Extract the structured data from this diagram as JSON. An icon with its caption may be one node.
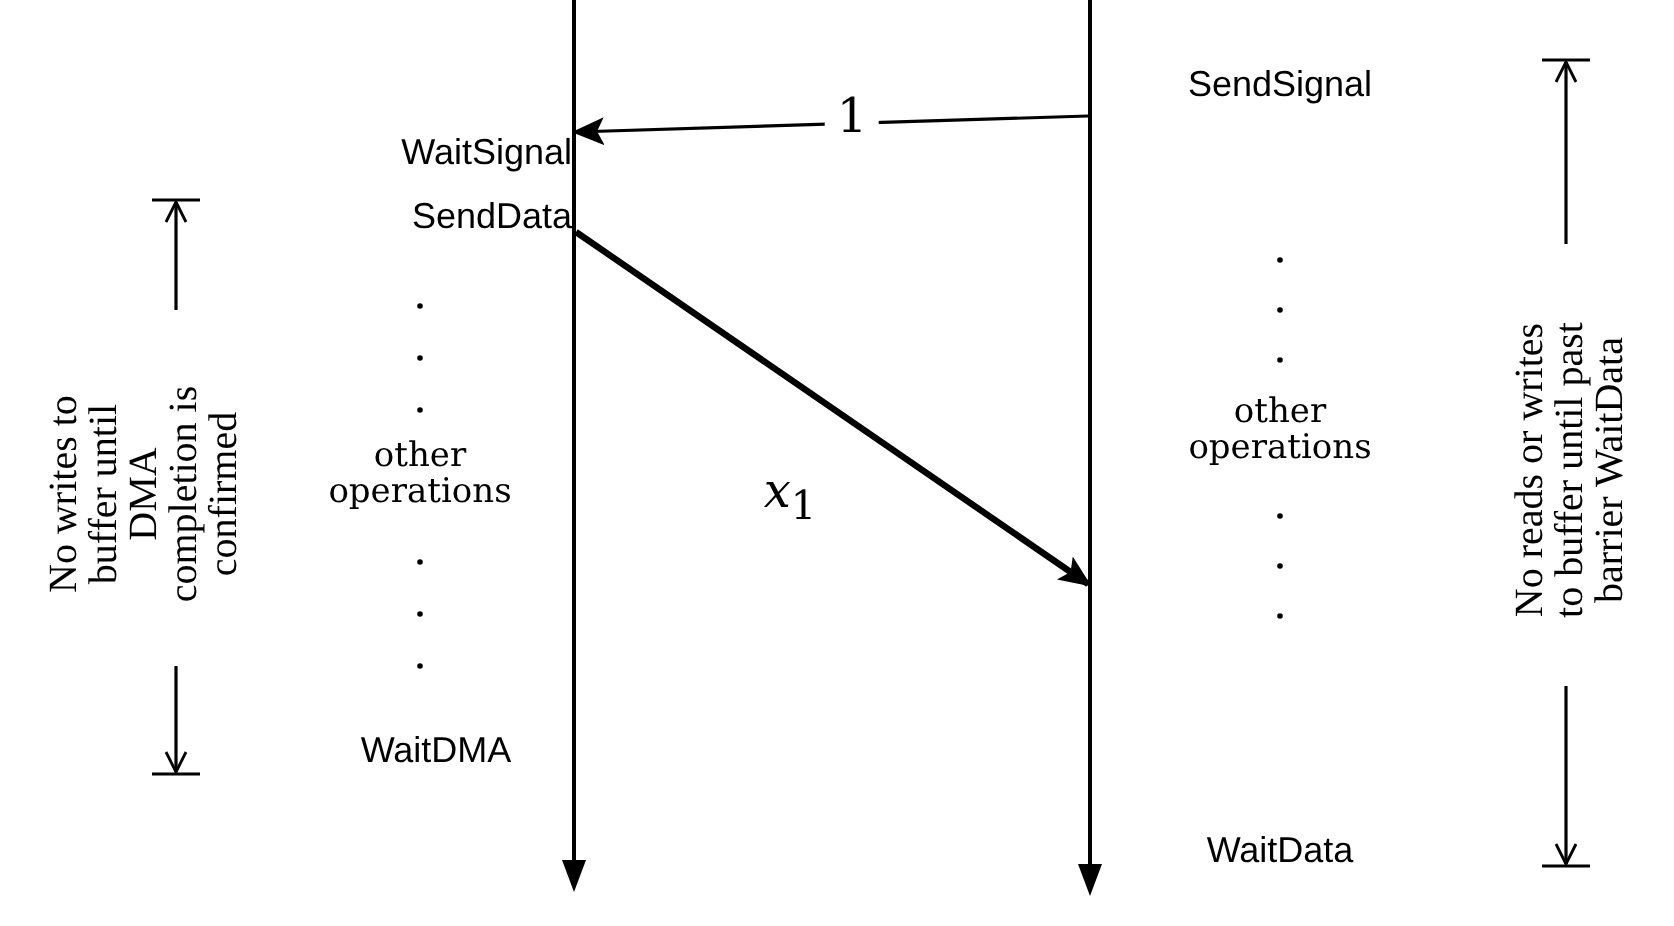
{
  "diagram": {
    "nodes": [
      {
        "text": [],
        "shape": "bar"
      },
      {
        "text": [],
        "shape": "bar"
      }
    ],
    "edges": [
      {
        "from": 1,
        "to": 0,
        "arrow": "to",
        "label": "1"
      },
      {
        "from": 0,
        "to": 1,
        "arrow": "to",
        "label": "*x*$_{1}$",
        "style": "thick"
      }
    ],
    "labels": [
      "SendSignal",
      "WaitSignal",
      "SendData",
      "other operations",
      "other operations",
      "WaitDMA",
      "WaitData",
      "No writes to buffer until DMA completion is confirmed",
      "No reads or writes to buffer until past barrier WaitData"
    ]
  }
}
